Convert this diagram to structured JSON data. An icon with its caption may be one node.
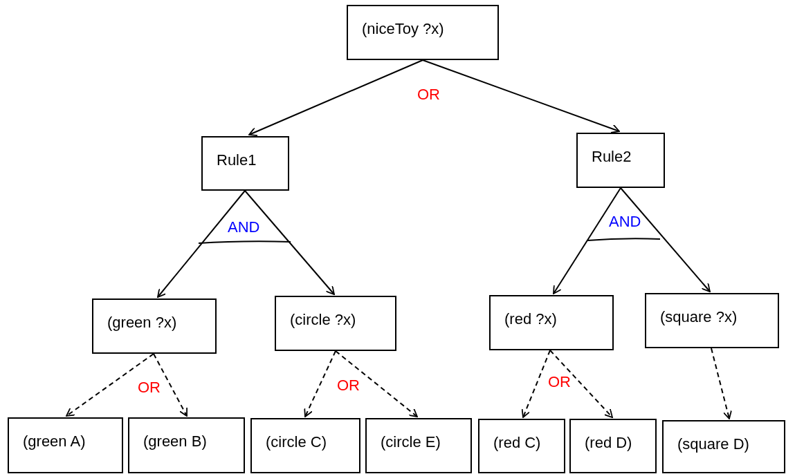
{
  "diagram": {
    "nodes": [
      {
        "text": [
          "(niceToy ?x)"
        ]
      },
      {
        "text": [
          "Rule1"
        ]
      },
      {
        "text": [
          "Rule2"
        ]
      },
      {
        "text": [
          "(green ?x)"
        ]
      },
      {
        "text": [
          "(circle ?x)"
        ]
      },
      {
        "text": [
          "(red ?x)"
        ]
      },
      {
        "text": [
          "(square ?x)"
        ]
      },
      {
        "text": [
          "(green A)"
        ]
      },
      {
        "text": [
          "(green B)"
        ]
      },
      {
        "text": [
          "(circle C)"
        ]
      },
      {
        "text": [
          "(circle E)"
        ]
      },
      {
        "text": [
          "(red C)"
        ]
      },
      {
        "text": [
          "(red D)"
        ]
      },
      {
        "text": [
          "(square D)"
        ]
      }
    ],
    "edges": [
      {
        "from": 0,
        "to": 1,
        "arrow": "to"
      },
      {
        "from": 0,
        "to": 2,
        "arrow": "to"
      },
      {
        "from": 1,
        "to": 3,
        "arrow": "to"
      },
      {
        "from": 1,
        "to": 4,
        "arrow": "to"
      },
      {
        "from": 2,
        "to": 5,
        "arrow": "to"
      },
      {
        "from": 2,
        "to": 6,
        "arrow": "to"
      },
      {
        "from": 3,
        "to": 7,
        "arrow": "to",
        "style": "dashed"
      },
      {
        "from": 3,
        "to": 8,
        "arrow": "to",
        "style": "dashed"
      },
      {
        "from": 4,
        "to": 9,
        "arrow": "to",
        "style": "dashed"
      },
      {
        "from": 4,
        "to": 10,
        "arrow": "to",
        "style": "dashed"
      },
      {
        "from": 5,
        "to": 11,
        "arrow": "to",
        "style": "dashed"
      },
      {
        "from": 5,
        "to": 12,
        "arrow": "to",
        "style": "dashed"
      },
      {
        "from": 6,
        "to": 13,
        "arrow": "to",
        "style": "dashed"
      }
    ],
    "labels": [
      "OR",
      "AND",
      "AND",
      "OR",
      "OR",
      "OR"
    ]
  }
}
